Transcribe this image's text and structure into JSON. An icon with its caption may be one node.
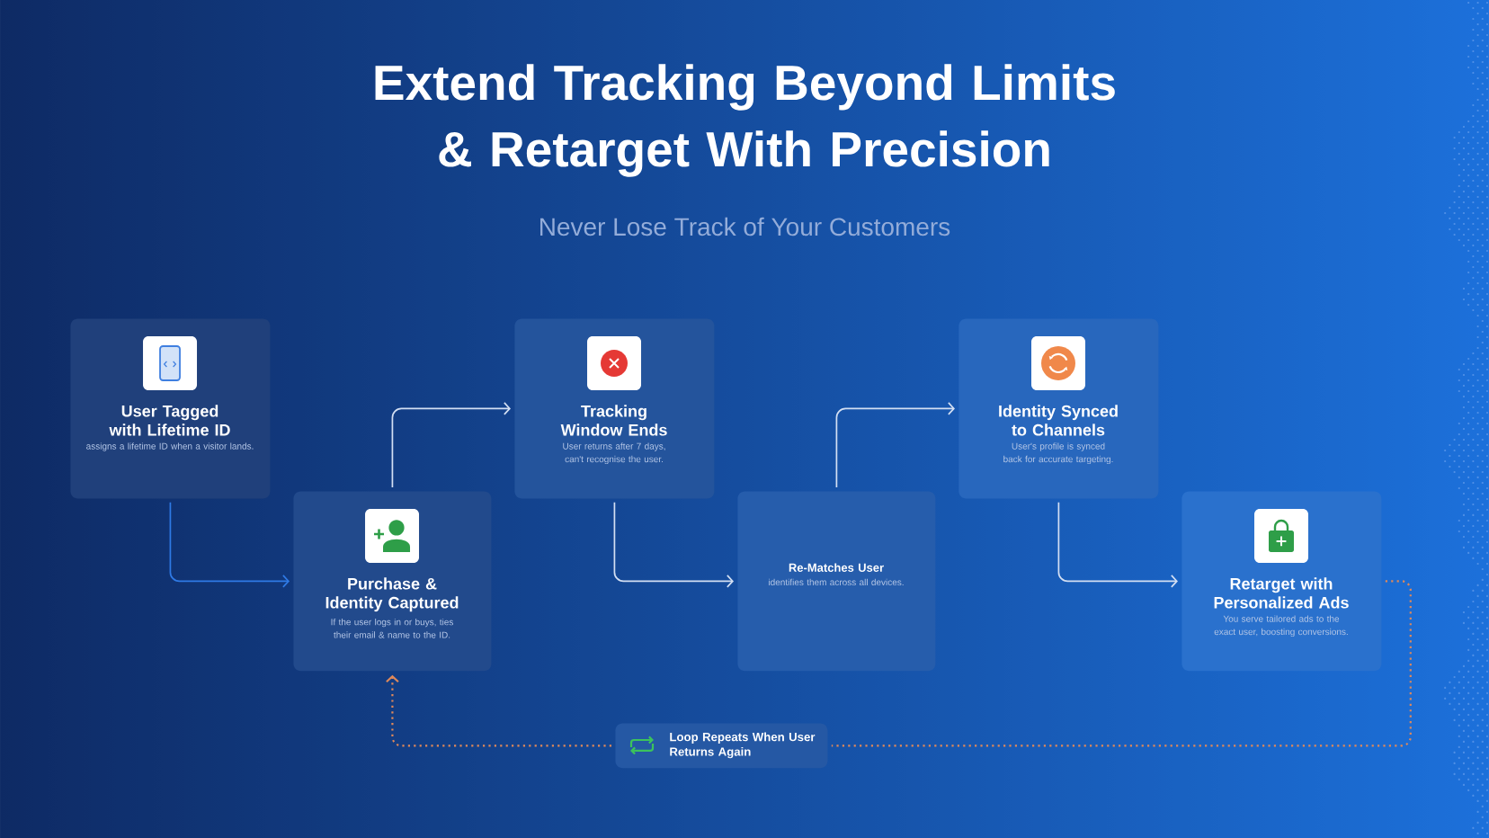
{
  "diagram": {
    "title": "Extend Tracking Beyond Limits & Retarget With Precision",
    "nodes": [
      {
        "text": [
          "User Tagged with Lifetime ID",
          "assigns a lifetime ID when a visitor lands."
        ]
      },
      {
        "text": [
          "Purchase & Identity Captured",
          "If the user logs in or buys, ties their email & name to the ID."
        ]
      },
      {
        "text": [
          "Tracking Window Ends",
          "User returns after 7 days, can't recognise the user."
        ]
      },
      {
        "text": [
          "Re-Matches User",
          "identifies them across all devices."
        ]
      },
      {
        "text": [
          "Identity Synced to Channels",
          "User's profile is synced back for accurate targeting."
        ]
      },
      {
        "text": [
          "Retarget with Personalized Ads",
          "You serve tailored ads to the exact user, boosting conversions."
        ]
      },
      {
        "text": [
          "Loop Repeats When User Returns Again"
        ]
      }
    ],
    "edges": [
      {
        "from": 0,
        "to": 1,
        "arrow": "to",
        "color": "#2f7ae5"
      },
      {
        "from": 1,
        "to": 2,
        "arrow": "to"
      },
      {
        "from": 2,
        "to": 3,
        "arrow": "to"
      },
      {
        "from": 3,
        "to": 4,
        "arrow": "to"
      },
      {
        "from": 4,
        "to": 5,
        "arrow": "to"
      },
      {
        "from": 5,
        "to": 6,
        "arrow": "none",
        "style": "dashed",
        "color": "#e0895a"
      },
      {
        "from": 6,
        "to": 1,
        "arrow": "to",
        "style": "dashed",
        "color": "#e0895a"
      }
    ],
    "labels": [
      "Never Lose Track of Your Customers"
    ]
  }
}
